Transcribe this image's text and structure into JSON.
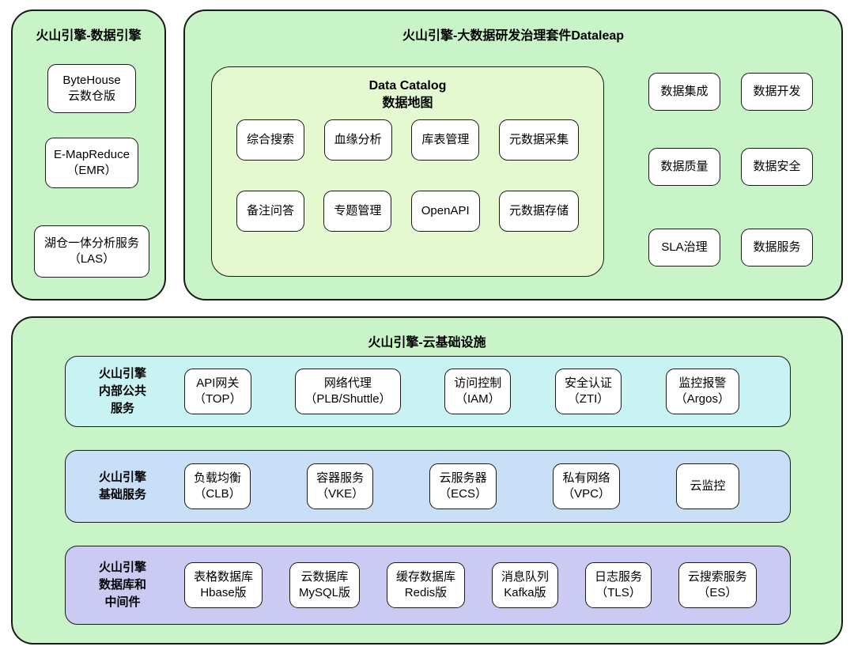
{
  "colors": {
    "panel_green": "#C8F4C8",
    "catalog_yellow_green": "#E4F9D0",
    "row_cyan": "#C9F2F2",
    "row_blue": "#C8DFF7",
    "row_purple": "#CACAF3",
    "node_white": "#FFFFFF",
    "border": "#1A1A1A"
  },
  "data_engine": {
    "title": "火山引擎-数据引擎",
    "boxes": [
      [
        "ByteHouse",
        "云数仓版"
      ],
      [
        "E-MapReduce",
        "（EMR）"
      ],
      [
        "湖仓一体分析服务",
        "（LAS）"
      ]
    ]
  },
  "dataleap": {
    "title": "火山引擎-大数据研发治理套件Dataleap",
    "data_catalog": {
      "title": [
        "Data Catalog",
        "数据地图"
      ],
      "boxes": [
        "综合搜索",
        "血缘分析",
        "库表管理",
        "元数据采集",
        "备注问答",
        "专题管理",
        "OpenAPI",
        "元数据存储"
      ]
    },
    "side_boxes": [
      "数据集成",
      "数据开发",
      "数据质量",
      "数据安全",
      "SLA治理",
      "数据服务"
    ]
  },
  "cloud_infra": {
    "title": "火山引擎-云基础设施",
    "rows": [
      {
        "label": [
          "火山引擎",
          "内部公共",
          "服务"
        ],
        "boxes": [
          [
            "API网关",
            "（TOP）"
          ],
          [
            "网络代理",
            "（PLB/Shuttle）"
          ],
          [
            "访问控制",
            "（IAM）"
          ],
          [
            "安全认证",
            "（ZTI）"
          ],
          [
            "监控报警",
            "（Argos）"
          ]
        ]
      },
      {
        "label": [
          "火山引擎",
          "基础服务"
        ],
        "boxes": [
          [
            "负载均衡",
            "（CLB）"
          ],
          [
            "容器服务",
            "（VKE）"
          ],
          [
            "云服务器",
            "（ECS）"
          ],
          [
            "私有网络",
            "（VPC）"
          ],
          [
            "云监控"
          ]
        ]
      },
      {
        "label": [
          "火山引擎",
          "数据库和",
          "中间件"
        ],
        "boxes": [
          [
            "表格数据库",
            "Hbase版"
          ],
          [
            "云数据库",
            "MySQL版"
          ],
          [
            "缓存数据库",
            "Redis版"
          ],
          [
            "消息队列",
            "Kafka版"
          ],
          [
            "日志服务",
            "（TLS）"
          ],
          [
            "云搜索服务",
            "（ES）"
          ]
        ]
      }
    ]
  }
}
